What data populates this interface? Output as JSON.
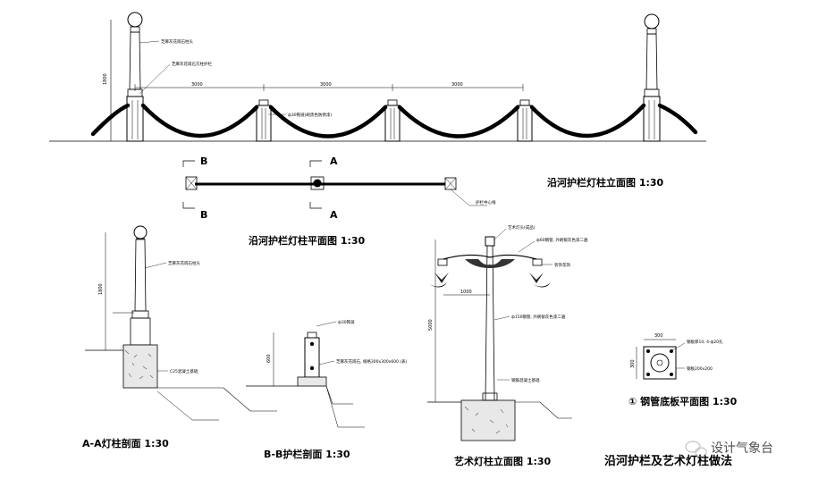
{
  "titles": {
    "elevation": "沿河护栏灯柱立面图  1:30",
    "plan": "沿河护栏灯柱平面图  1:30",
    "section_aa": "A-A灯柱剖面  1:30",
    "section_bb": "B-B护栏剖面  1:30",
    "art_light": "艺术灯柱立面图  1:30",
    "base_plate": "① 钢管底板平面图  1:30",
    "main_footer": "沿河护栏及艺术灯柱做法",
    "watermark": "设计气象台"
  },
  "section_markers": {
    "b_top": "B",
    "a_top": "A",
    "b_bottom": "B",
    "a_bottom": "A"
  },
  "dimensions": {
    "span_1": "3000",
    "span_2": "3000",
    "span_3": "3000",
    "elev_height": "1800",
    "art_width": "1000",
    "art_height": "5000",
    "plate_dim_top": "300",
    "plate_dim_side": "300",
    "aa_height": "1800",
    "bb_height": "600"
  },
  "annotations": {
    "elev_note_1": "芝麻灰花岗石柱头",
    "elev_note_2": "芝麻灰花岗石方柱护栏",
    "elev_note_chain": "ф30铁链(刷黑色防锈漆)",
    "plan_note": "护栏中心线",
    "aa_note_1": "芝麻灰花岗石柱头",
    "aa_note_2": "C25混凝土基础",
    "bb_note_1": "ф30铁链",
    "bb_note_2": "芝麻灰花岗石, 规格300x300x600 (表)",
    "art_note_1": "艺术灯头(成品)",
    "art_note_2": "ф60钢管, 外刷银灰色漆二遍",
    "art_note_3": "装饰花饰",
    "art_note_4": "ф150钢管, 外刷银灰色漆二遍",
    "art_note_5": "钢筋混凝土基础",
    "plate_note_1": "钢板厚10, 4-ф20孔",
    "plate_note_2": "钢板200x200"
  },
  "icons": {
    "wechat": "wechat-icon"
  }
}
